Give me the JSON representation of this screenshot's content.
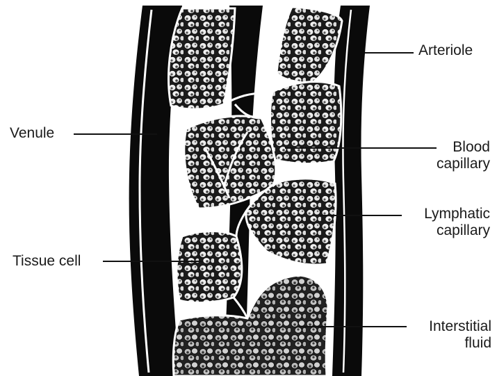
{
  "labels": {
    "arteriole": "Arteriole",
    "venule": "Venule",
    "blood_capillary": {
      "line1": "Blood",
      "line2": "capillary"
    },
    "lymphatic_capillary": {
      "line1": "Lymphatic",
      "line2": "capillary"
    },
    "tissue_cell": "Tissue cell",
    "interstitial_fluid": {
      "line1": "Interstitial",
      "line2": "fluid"
    }
  },
  "colors": {
    "ink": "#0a0a0a",
    "paper": "#ffffff",
    "cell_fill": "#e8e8e8",
    "nucleus": "#3c3c3c"
  }
}
